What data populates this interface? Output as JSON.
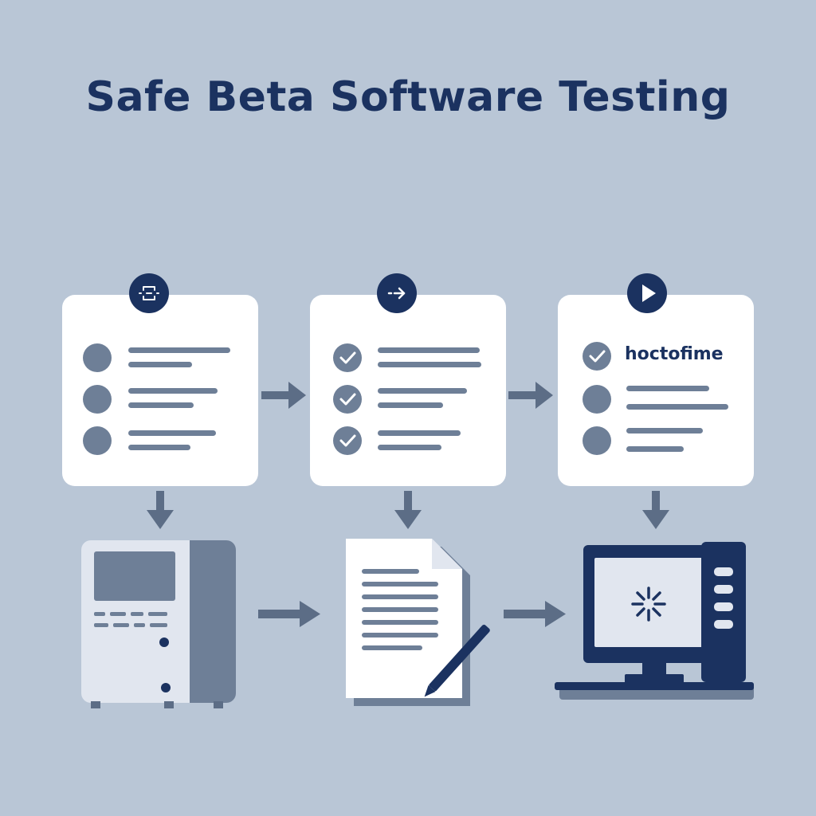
{
  "title": "Safe Beta Software Testing",
  "steps": [
    {
      "badge_icon": "framed-plus-icon",
      "row_icon": "filled-circle-icon",
      "rows": 3
    },
    {
      "badge_icon": "arrow-right-icon",
      "row_icon": "checkmark-circle-icon",
      "rows": 3
    },
    {
      "badge_icon": "play-icon",
      "row_icon": "checkmark-circle-icon",
      "rows": 3,
      "label": "hoctofime"
    }
  ],
  "bottom_icons": [
    "server-tower-icon",
    "document-pen-icon",
    "desktop-computer-icon"
  ],
  "colors": {
    "background": "#b9c6d6",
    "navy": "#1b3260",
    "slate": "#6e7f97",
    "card": "#ffffff"
  }
}
